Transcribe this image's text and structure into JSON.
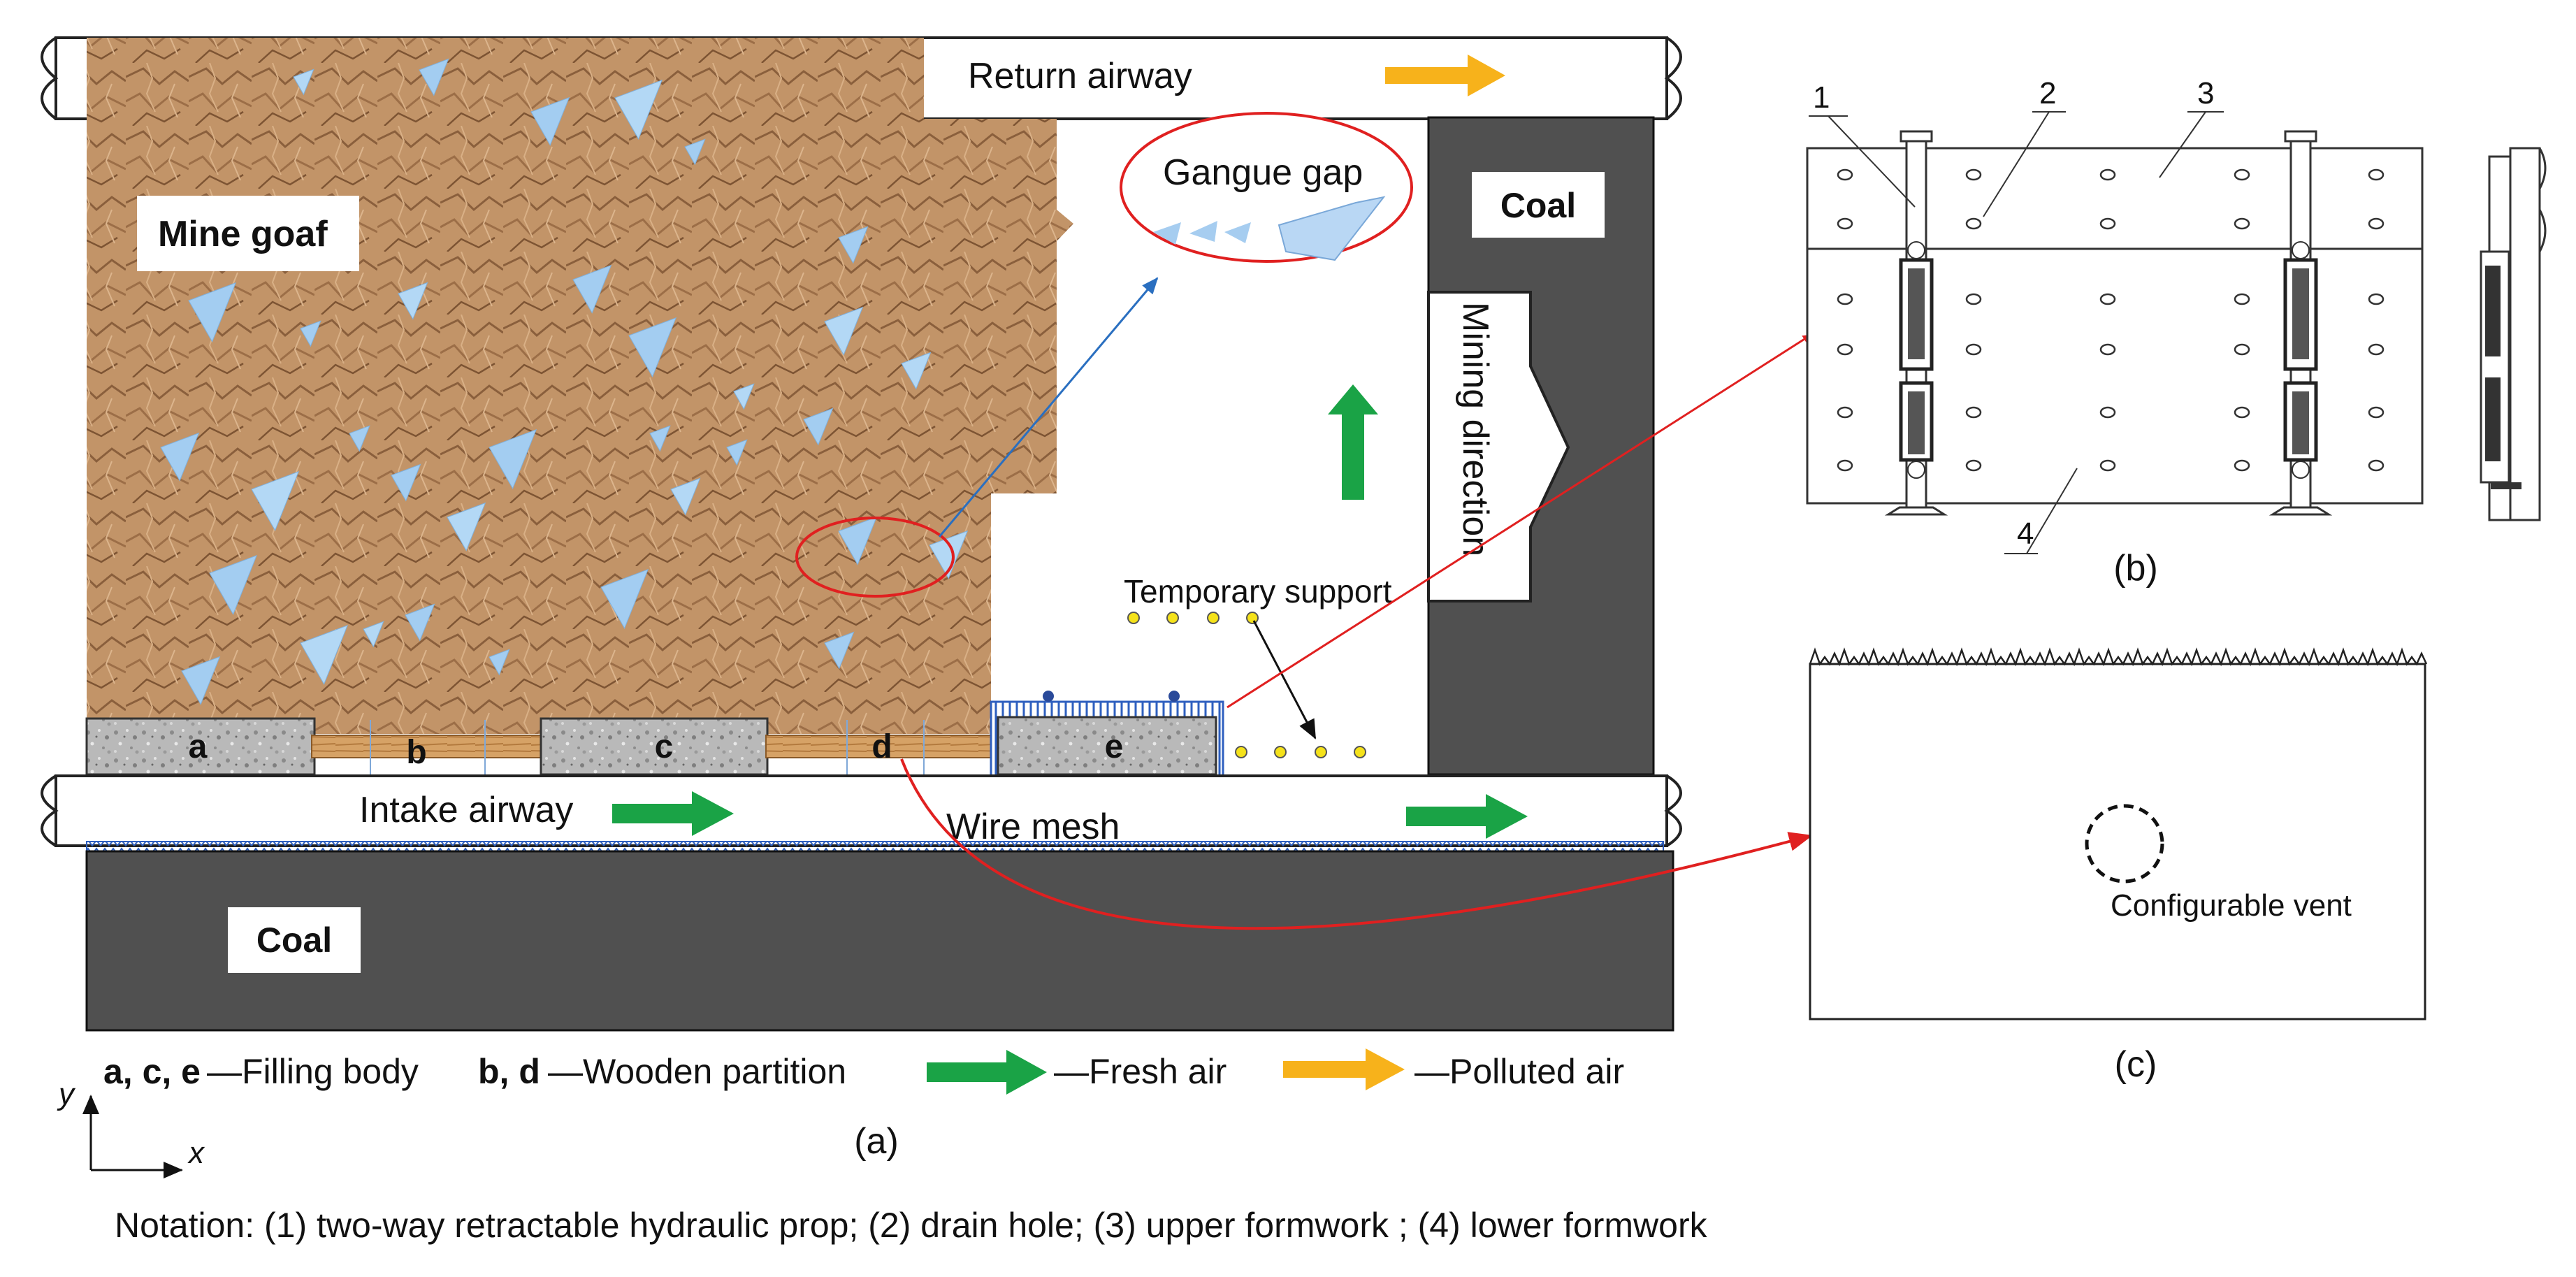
{
  "labels": {
    "return_airway": "Return airway",
    "intake_airway": "Intake airway",
    "mine_goaf": "Mine goaf",
    "gangue_gap": "Gangue gap",
    "coal_top": "Coal",
    "coal_bottom": "Coal",
    "mining_direction": "Mining direction",
    "temporary_support": "Temporary support",
    "wire_mesh": "Wire mesh",
    "configurable_vent": "Configurable vent"
  },
  "blocks": {
    "a": "a",
    "b": "b",
    "c": "c",
    "d": "d",
    "e": "e"
  },
  "legend": {
    "filling_letters": "a, c, e",
    "filling_text": "—Filling body",
    "wooden_letters": "b, d",
    "wooden_text": "—Wooden partition",
    "fresh_air": "—Fresh air",
    "polluted_air": "—Polluted air"
  },
  "axes": {
    "x": "x",
    "y": "y"
  },
  "panels": {
    "a": "(a)",
    "b": "(b)",
    "c": "(c)"
  },
  "formwork_numbers": [
    "1",
    "2",
    "3",
    "4"
  ],
  "notation": "Notation: (1) two-way retractable hydraulic prop; (2) drain hole; (3) upper formwork ; (4) lower formwork",
  "colors": {
    "coal": "#505050",
    "goaf": "#c29468",
    "filling_body": "#b9b9b9",
    "wooden_partition": "#d6a266",
    "fresh_air": "#1aa346",
    "polluted_air": "#f7b21b",
    "gangue": "#9fcdf0",
    "highlight": "#e02020",
    "mesh": "#2e5fbf"
  }
}
